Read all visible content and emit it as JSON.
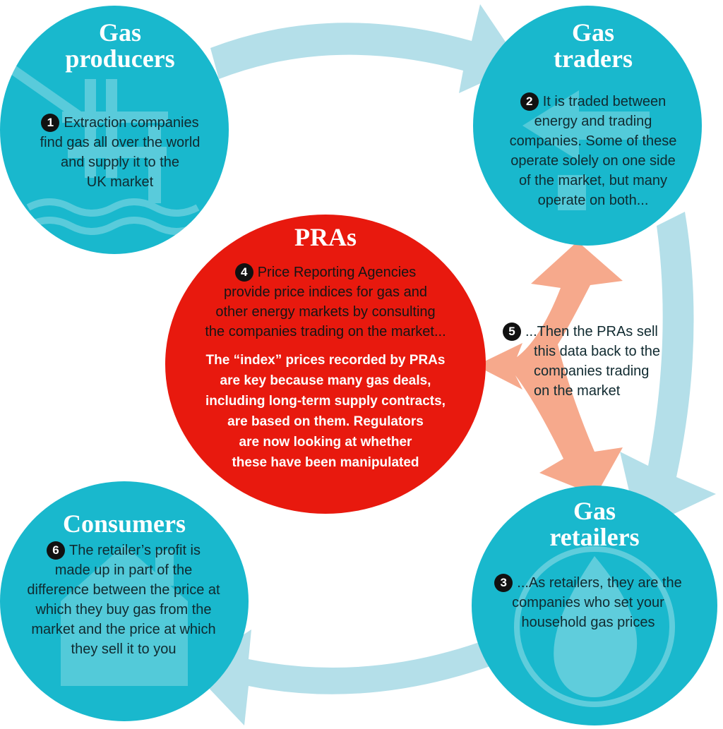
{
  "colors": {
    "teal_circle": "#19b8cd",
    "light_arrow": "#b4dfe9",
    "red_circle": "#e8190e",
    "salmon_arrow": "#f6a98c",
    "white": "#ffffff",
    "number_badge": "#111111"
  },
  "icons": [
    "oil-rig-icon",
    "gas-flame-icon",
    "trading-arrows-icon",
    "house-icon",
    "gas-burner-icon"
  ],
  "nodes": {
    "producers": {
      "title": [
        "Gas",
        "producers"
      ],
      "number": "1",
      "text": [
        "Extraction companies",
        "find gas all over the world",
        "and supply it to the",
        "UK market"
      ]
    },
    "traders": {
      "title": [
        "Gas",
        "traders"
      ],
      "number": "2",
      "text": [
        "It is traded between",
        "energy and trading",
        "companies. Some of these",
        "operate solely on one side",
        "of the market, but many",
        "operate on both..."
      ]
    },
    "pras": {
      "title": "PRAs",
      "number": "4",
      "text": [
        "Price Reporting Agencies",
        "provide price indices for gas and",
        "other energy markets by consulting",
        "the companies trading on the market..."
      ],
      "text2": [
        "The “index” prices recorded by PRAs",
        "are key because many gas deals,",
        "including long-term supply contracts,",
        "are based on them. Regulators",
        "are now looking at whether",
        "these have been manipulated"
      ]
    },
    "retailers": {
      "title": [
        "Gas",
        "retailers"
      ],
      "number": "3",
      "text": [
        "...As retailers, they are the",
        "companies who set your",
        "household gas prices"
      ]
    },
    "consumers": {
      "title": "Consumers",
      "number": "6",
      "text": [
        "The retailer’s profit is",
        "made up in part of the",
        "difference between the price at",
        "which they buy gas from the",
        "market and the price at which",
        "they sell it to you"
      ]
    }
  },
  "annotation": {
    "number": "5",
    "text": [
      "...Then the PRAs sell",
      "this data back to the",
      "companies trading",
      "on the market"
    ]
  }
}
